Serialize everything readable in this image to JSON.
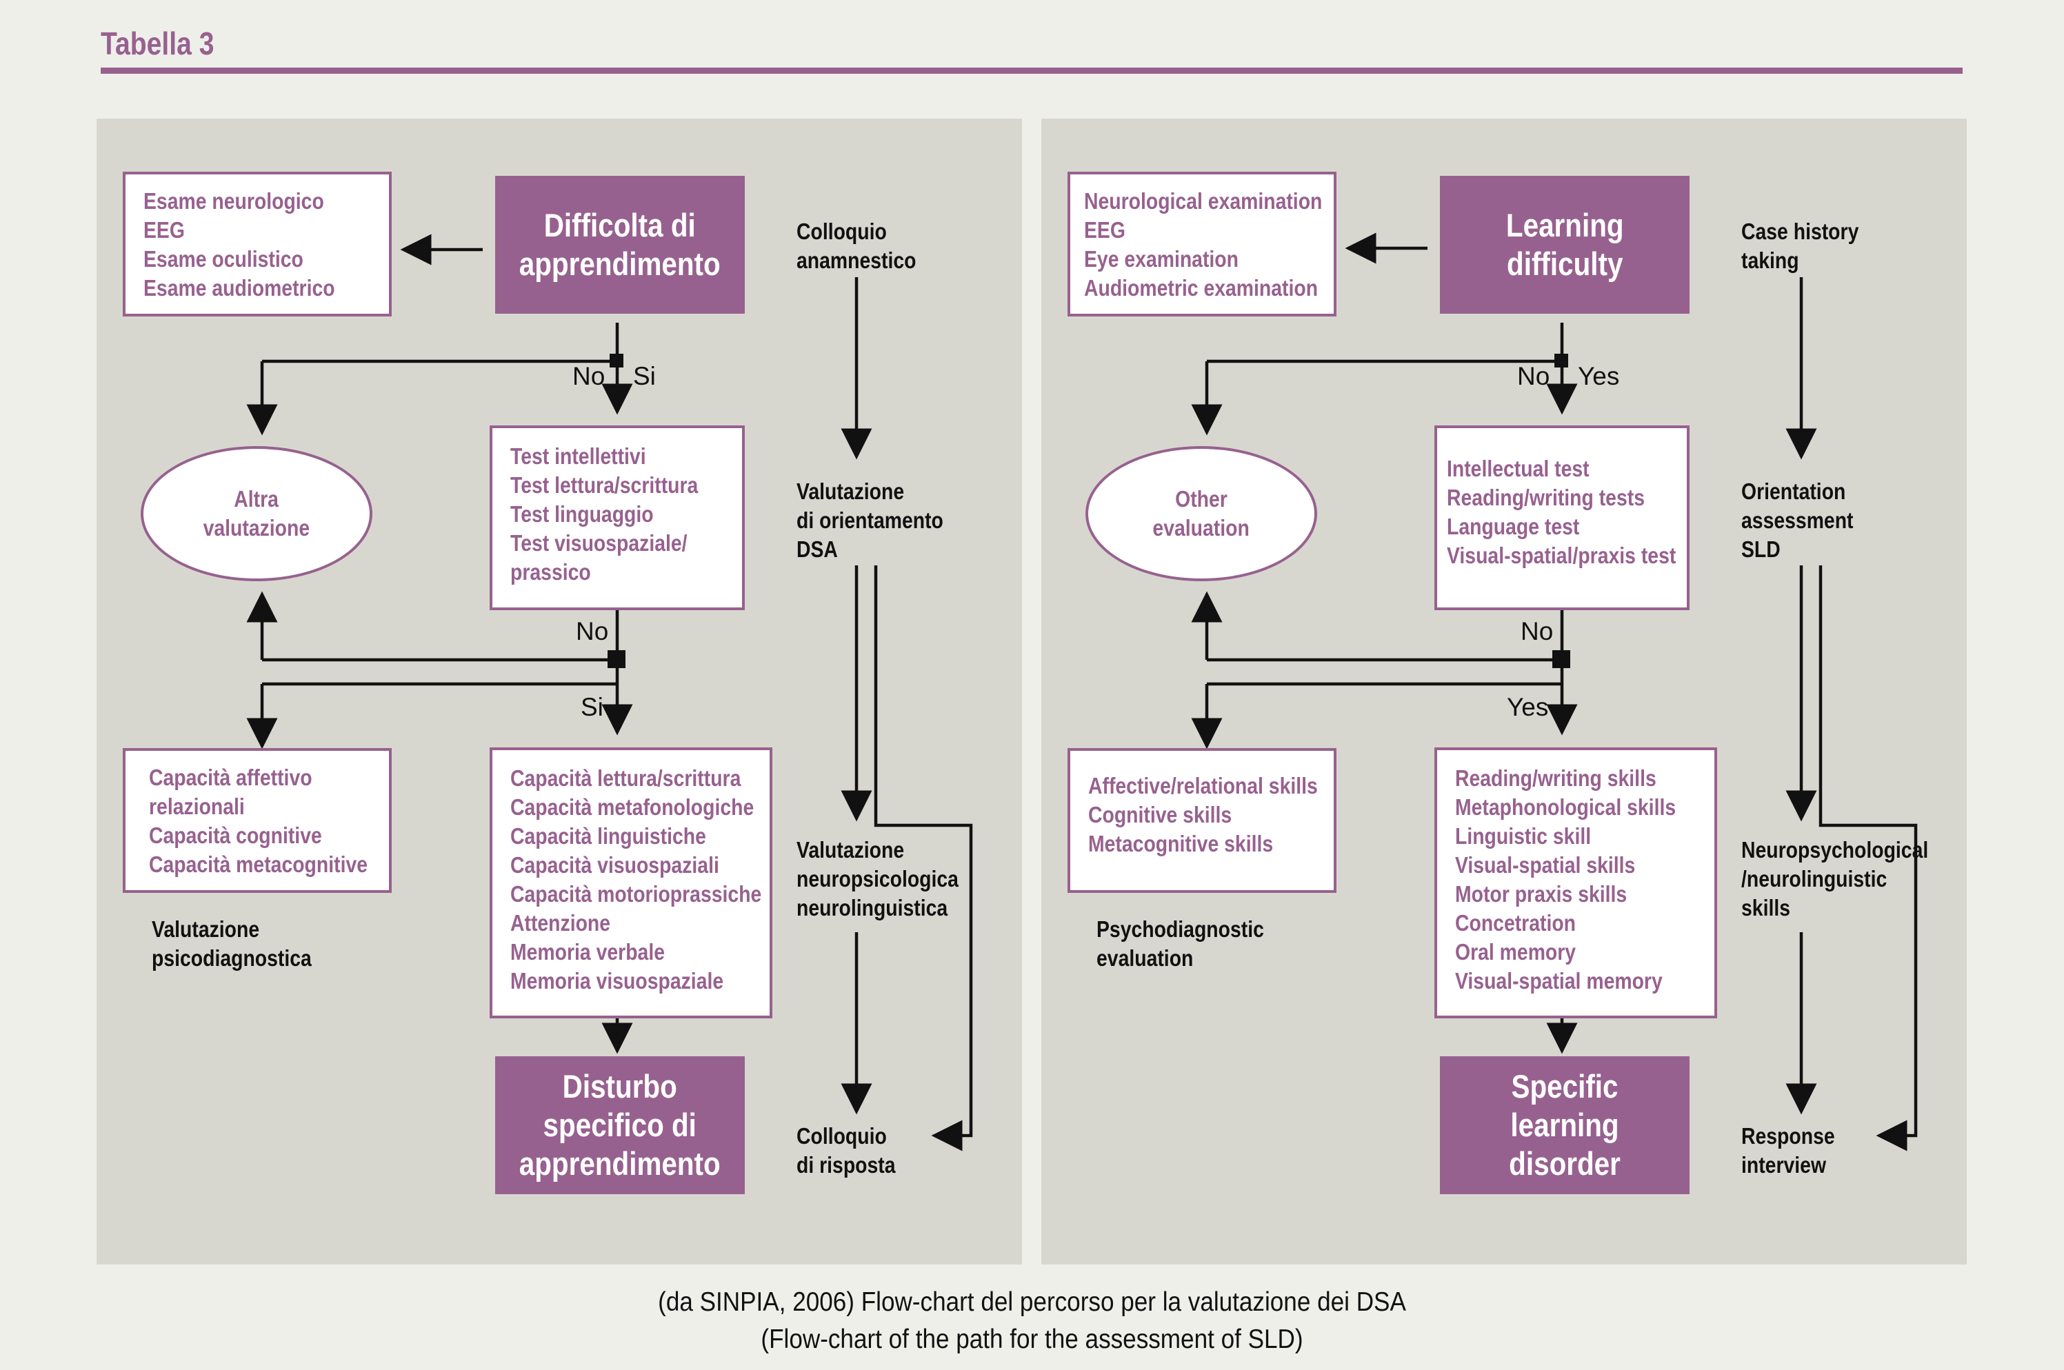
{
  "colors": {
    "accent": "#97618f",
    "panel": "#d8d7cf"
  },
  "header": {
    "title": "Tabella 3"
  },
  "caption": [
    "(da SINPIA, 2006) Flow-chart del percorso per la valutazione dei DSA",
    "(Flow-chart of the path for the assessment of SLD)"
  ],
  "left": {
    "start": [
      "Difficolta di",
      "apprendimento"
    ],
    "exams": [
      "Esame neurologico",
      "EEG",
      "Esame oculistico",
      "Esame audiometrico"
    ],
    "no_top": "No",
    "yes_top": "Si",
    "other": [
      "Altra",
      "valutazione"
    ],
    "tests": [
      "Test intellettivi",
      "Test lettura/scrittura",
      "Test linguaggio",
      "Test visuospaziale/",
      "prassico"
    ],
    "no_mid": "No",
    "yes_mid": "Si",
    "affective": [
      "Capacità affettivo",
      "relazionali",
      "Capacità cognitive",
      "Capacità metacognitive"
    ],
    "psycho": [
      "Valutazione",
      "psicodiagnostica"
    ],
    "skills": [
      "Capacità lettura/scrittura",
      "Capacità metafonologiche",
      "Capacità linguistiche",
      "Capacità visuospaziali",
      "Capacità motorioprassiche",
      "Attenzione",
      "Memoria verbale",
      "Memoria visuospaziale"
    ],
    "disorder": [
      "Disturbo",
      "specifico di",
      "apprendimento"
    ],
    "side": {
      "history": [
        "Colloquio",
        "anamnestico"
      ],
      "orient": [
        "Valutazione",
        "di orientamento",
        "DSA"
      ],
      "neuro": [
        "Valutazione",
        "neuropsicologica",
        "neurolinguistica"
      ],
      "response": [
        "Colloquio",
        "di risposta"
      ]
    }
  },
  "right": {
    "start": [
      "Learning",
      "difficulty"
    ],
    "exams": [
      "Neurological examination",
      "EEG",
      "Eye examination",
      "Audiometric examination"
    ],
    "no_top": "No",
    "yes_top": "Yes",
    "other": [
      "Other",
      "evaluation"
    ],
    "tests": [
      "Intellectual test",
      "Reading/writing tests",
      "Language test",
      "Visual-spatial/praxis test"
    ],
    "no_mid": "No",
    "yes_mid": "Yes",
    "affective": [
      "Affective/relational skills",
      "Cognitive skills",
      "Metacognitive skills"
    ],
    "psycho": [
      "Psychodiagnostic",
      "evaluation"
    ],
    "skills": [
      "Reading/writing skills",
      "Metaphonological skills",
      "Linguistic skill",
      "Visual-spatial skills",
      "Motor praxis skills",
      "Concetration",
      "Oral memory",
      "Visual-spatial memory"
    ],
    "disorder": [
      "Specific",
      "learning",
      "disorder"
    ],
    "side": {
      "history": [
        "Case history",
        "taking"
      ],
      "orient": [
        "Orientation",
        "assessment",
        "SLD"
      ],
      "neuro": [
        "Neuropsychological",
        "/neurolinguistic",
        "skills"
      ],
      "response": [
        "Response",
        "interview"
      ]
    }
  }
}
